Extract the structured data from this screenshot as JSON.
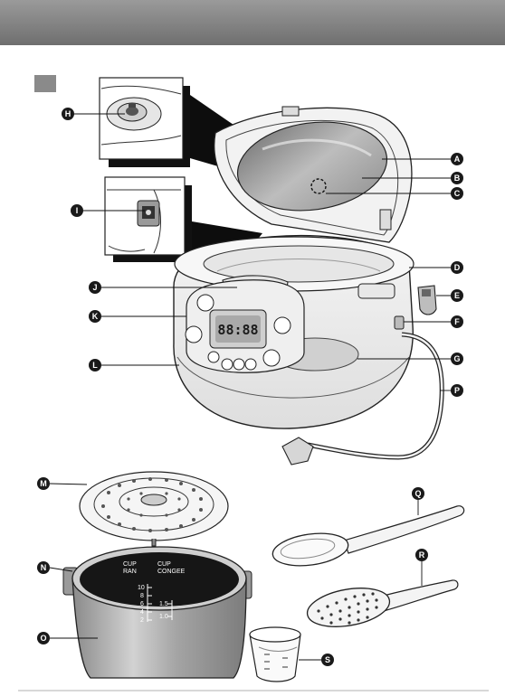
{
  "callouts": {
    "A": "A",
    "B": "B",
    "C": "C",
    "D": "D",
    "E": "E",
    "F": "F",
    "G": "G",
    "H": "H",
    "I": "I",
    "J": "J",
    "K": "K",
    "L": "L",
    "M": "M",
    "N": "N",
    "O": "O",
    "P": "P",
    "Q": "Q",
    "R": "R",
    "S": "S"
  },
  "bowl_markings": {
    "col1_header": "CUP",
    "col1_sub": "RAN",
    "col2_header": "CUP",
    "col2_sub": "CONGEE",
    "scale_left": [
      "10",
      "8",
      "6",
      "4",
      "2"
    ],
    "scale_right": [
      "1.5",
      "1.0"
    ]
  },
  "display": {
    "readout": "88:88"
  },
  "colors": {
    "header_bar": "#7f7f7f",
    "section_marker": "#8a8a8a",
    "callout_fill": "#1a1a1a",
    "metal": "#b5b5b5"
  }
}
